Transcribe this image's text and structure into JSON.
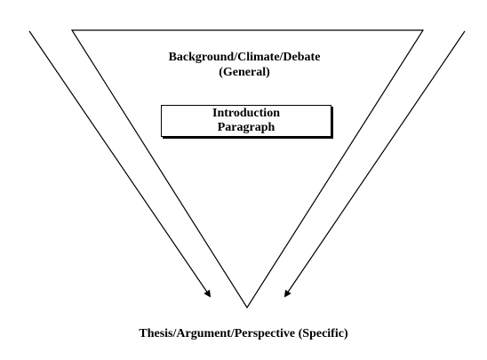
{
  "diagram": {
    "top_label": {
      "line1": "Background/Climate/Debate",
      "line2": "(General)"
    },
    "box_label": {
      "line1": "Introduction",
      "line2": "Paragraph"
    },
    "bottom_label": "Thesis/Argument/Perspective (Specific)",
    "colors": {
      "stroke": "#000000",
      "background": "#ffffff"
    }
  }
}
